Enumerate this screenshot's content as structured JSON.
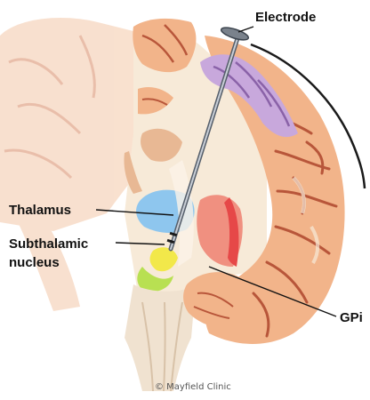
{
  "labels": {
    "electrode": "Electrode",
    "thalamus": "Thalamus",
    "subthalamic_line1": "Subthalamic",
    "subthalamic_line2": "nucleus",
    "gpi": "GPi"
  },
  "credit": "© Mayfield Clinic",
  "colors": {
    "cortex": "#f2b48a",
    "cortex_dark": "#e09468",
    "sulcus": "#b8563a",
    "white_matter": "#f7ead8",
    "motor_cortex": "#c8a8dc",
    "thalamus": "#8ec6ee",
    "stn": "#f2e84a",
    "snr": "#b8e052",
    "gpi": "#e64848",
    "gpe": "#f09080",
    "electrode": "#555e6a",
    "skull_arc": "#1a1a1a",
    "brainstem": "#f0e2d0"
  }
}
